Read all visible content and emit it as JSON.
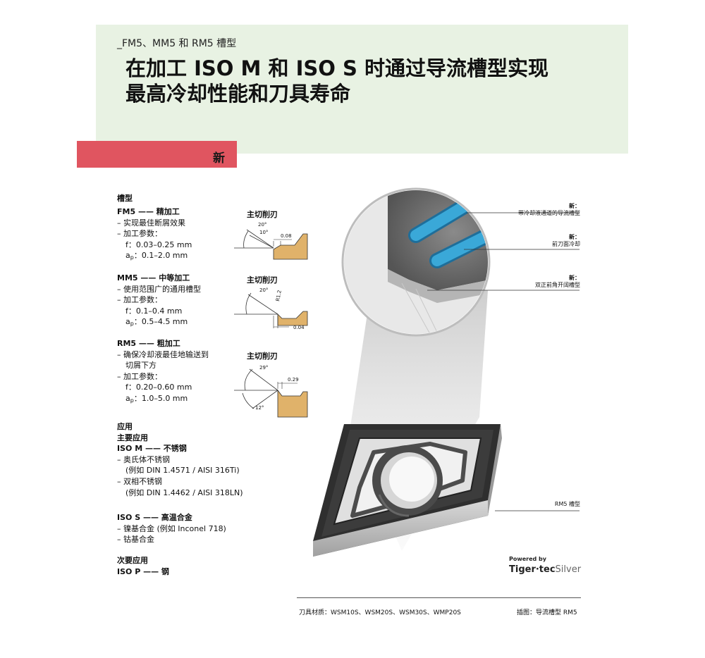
{
  "header": {
    "subtitle": "_FM5、MM5 和 RM5 槽型",
    "title_line1": "在加工 ISO M 和 ISO S 时通过导流槽型实现",
    "title_line2": "最高冷却性能和刀具寿命"
  },
  "new_badge": "新",
  "left": {
    "geometry_heading": "槽型",
    "fm5": {
      "title": "FM5 —— 精加工",
      "line1": "– 实现最佳断屑效果",
      "line2": "– 加工参数：",
      "f": "f：0.03–0.25 mm",
      "ap_prefix": "a",
      "ap_sub": "p",
      "ap_value": "：0.1–2.0 mm"
    },
    "mm5": {
      "title": "MM5 —— 中等加工",
      "line1": "– 使用范围广的通用槽型",
      "line2": "– 加工参数：",
      "f": "f：0.1–0.4 mm",
      "ap_prefix": "a",
      "ap_sub": "p",
      "ap_value": "：0.5–4.5 mm"
    },
    "rm5": {
      "title": "RM5 —— 粗加工",
      "line1": "– 确保冷却液最佳地输送到",
      "line1b": "切屑下方",
      "line2": "– 加工参数：",
      "f": "f：0.20–0.60 mm",
      "ap_prefix": "a",
      "ap_sub": "p",
      "ap_value": "：1.0–5.0 mm"
    },
    "application_heading": "应用",
    "primary_heading": "主要应用",
    "iso_m": {
      "title": "ISO M —— 不锈钢",
      "line1": "– 奥氏体不锈钢",
      "line2": "(例如 DIN 1.4571 / AISI 316Ti)",
      "line3": "– 双相不锈钢",
      "line4": "(例如 DIN 1.4462 / AISI 318LN)"
    },
    "iso_s": {
      "title": "ISO S —— 高温合金",
      "line1": "– 镍基合金 (例如 Inconel 718)",
      "line2": "– 钴基合金"
    },
    "secondary_heading": "次要应用",
    "iso_p": "ISO P —— 钢"
  },
  "diagrams": {
    "d1": {
      "label": "主切削刃",
      "angle1": "20°",
      "angle2": "10°",
      "land": "0.08"
    },
    "d2": {
      "label": "主切削刃",
      "angle1": "20°",
      "radius": "R1.2",
      "land": "0.04"
    },
    "d3": {
      "label": "主切削刃",
      "angle1": "29°",
      "angle2": "12°",
      "land": "0.29"
    }
  },
  "callouts": {
    "c1": {
      "new": "新：",
      "text": "带冷却液通道的导流槽型"
    },
    "c2": {
      "new": "新：",
      "text": "前刀面冷却"
    },
    "c3": {
      "new": "新：",
      "text": "双正前角开阔槽型"
    },
    "c4": {
      "text": "RM5 槽型"
    }
  },
  "brand": {
    "powered": "Powered by",
    "tiger": "Tiger·tec",
    "silver": "Silver"
  },
  "footer": {
    "left": "刀具材质：WSM10S、WSM20S、WSM30S、WMP20S",
    "right": "插图：导流槽型 RM5"
  },
  "colors": {
    "header_bg": "#e8f2e3",
    "new_bar": "#e05560",
    "coolant": "#3aa8d8",
    "insert": "#3a3a3a"
  }
}
